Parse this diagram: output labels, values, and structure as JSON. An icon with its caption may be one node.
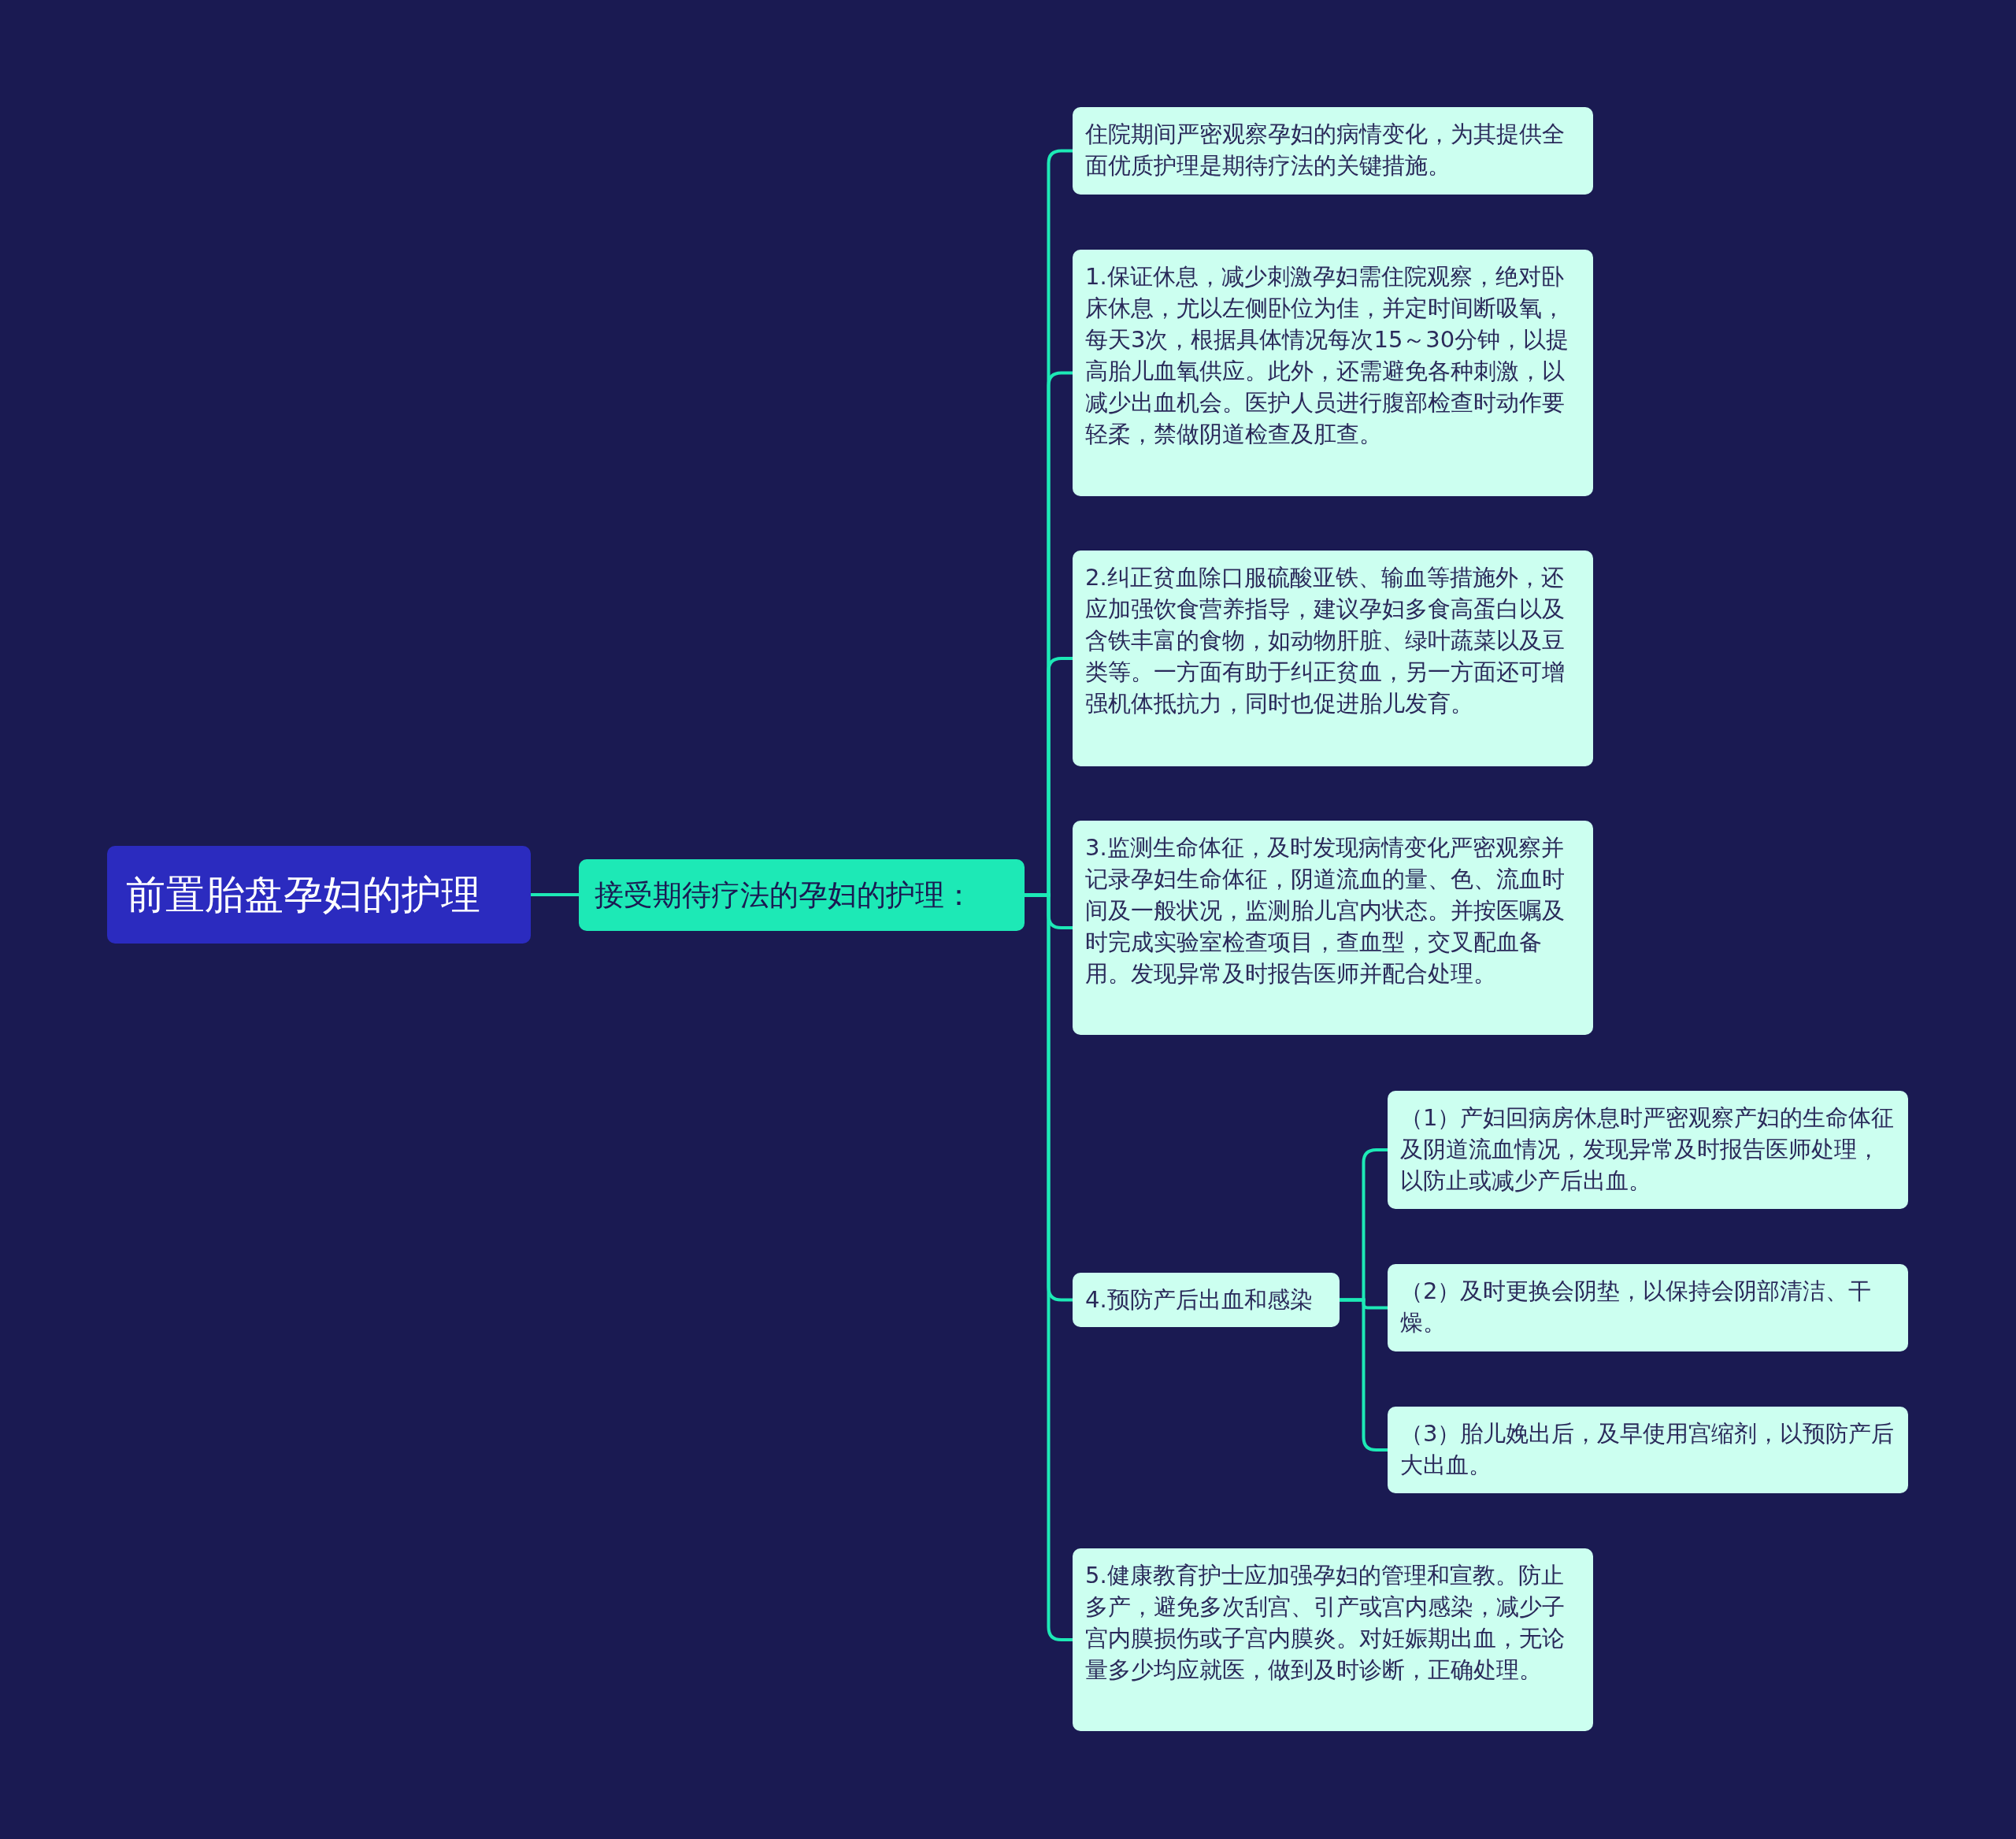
{
  "diagram": {
    "nodes": [
      {
        "text": [
          "前置胎盘孕妇的护理"
        ]
      },
      {
        "text": [
          "接受期待疗法的孕妇的护理："
        ]
      },
      {
        "text": [
          "住院期间严密观察孕妇的病情变化，为其提供全面优质护理是期待疗法的关键措施。"
        ]
      },
      {
        "text": [
          "1.保证休息，减少刺激孕妇需住院观察，绝对卧床休息，尤以左侧卧位为佳，并定时间断吸氧，每天3次，根据具体情况每次15～30分钟，以提高胎儿血氧供应。此外，还需避免各种刺激，以减少出血机会。医护人员进行腹部检查时动作要轻柔，禁做阴道检查及肛查。"
        ]
      },
      {
        "text": [
          "2.纠正贫血除口服硫酸亚铁、输血等措施外，还应加强饮食营养指导，建议孕妇多食高蛋白以及含铁丰富的食物，如动物肝脏、绿叶蔬菜以及豆类等。一方面有助于纠正贫血，另一方面还可增强机体抵抗力，同时也促进胎儿发育。"
        ]
      },
      {
        "text": [
          "3.监测生命体征，及时发现病情变化严密观察并记录孕妇生命体征，阴道流血的量、色、流血时间及一般状况，监测胎儿宫内状态。并按医嘱及时完成实验室检查项目，查血型，交叉配血备用。发现异常及时报告医师并配合处理。"
        ]
      },
      {
        "text": [
          "4.预防产后出血和感染"
        ]
      },
      {
        "text": [
          "（1）产妇回病房休息时严密观察产妇的生命体征及阴道流血情况，发现异常及时报告医师处理，以防止或减少产后出血。"
        ]
      },
      {
        "text": [
          "（2）及时更换会阴垫，以保持会阴部清洁、干燥。"
        ]
      },
      {
        "text": [
          "（3）胎儿娩出后，及早使用宫缩剂，以预防产后大出血。"
        ]
      },
      {
        "text": [
          "5.健康教育护士应加强孕妇的管理和宣教。防止多产，避免多次刮宫、引产或宫内感染，减少子宫内膜损伤或子宫内膜炎。对妊娠期出血，无论量多少均应就医，做到及时诊断，正确处理。"
        ]
      }
    ],
    "edges": [
      {
        "from": 0,
        "to": 1,
        "arrow": "none"
      },
      {
        "from": 1,
        "to": 2,
        "arrow": "none"
      },
      {
        "from": 1,
        "to": 3,
        "arrow": "none"
      },
      {
        "from": 1,
        "to": 4,
        "arrow": "none"
      },
      {
        "from": 1,
        "to": 5,
        "arrow": "none"
      },
      {
        "from": 1,
        "to": 6,
        "arrow": "none"
      },
      {
        "from": 1,
        "to": 10,
        "arrow": "none"
      },
      {
        "from": 6,
        "to": 7,
        "arrow": "none"
      },
      {
        "from": 6,
        "to": 8,
        "arrow": "none"
      },
      {
        "from": 6,
        "to": 9,
        "arrow": "none"
      }
    ]
  }
}
